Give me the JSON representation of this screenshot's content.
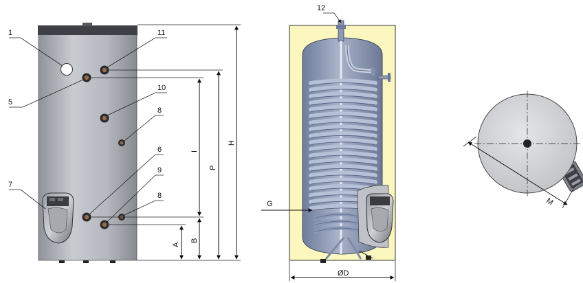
{
  "callouts": {
    "c1": "1",
    "c5": "5",
    "c7": "7",
    "c11": "11",
    "c10": "10",
    "c8a": "8",
    "c6": "6",
    "c9": "9",
    "c8b": "8",
    "c12": "12",
    "cG": "G"
  },
  "dimensions": {
    "A": "A",
    "B": "B",
    "I": "I",
    "P": "P",
    "H": "H",
    "D": "ØD",
    "M": "M"
  },
  "colors": {
    "tank_body": "#b9bcc2",
    "insulation": "#fbf7bf",
    "inner_tank": "#8e9bb6",
    "coil": "#7f8fb0",
    "lid": "#3e4046",
    "top_view": "#d6d7da"
  }
}
